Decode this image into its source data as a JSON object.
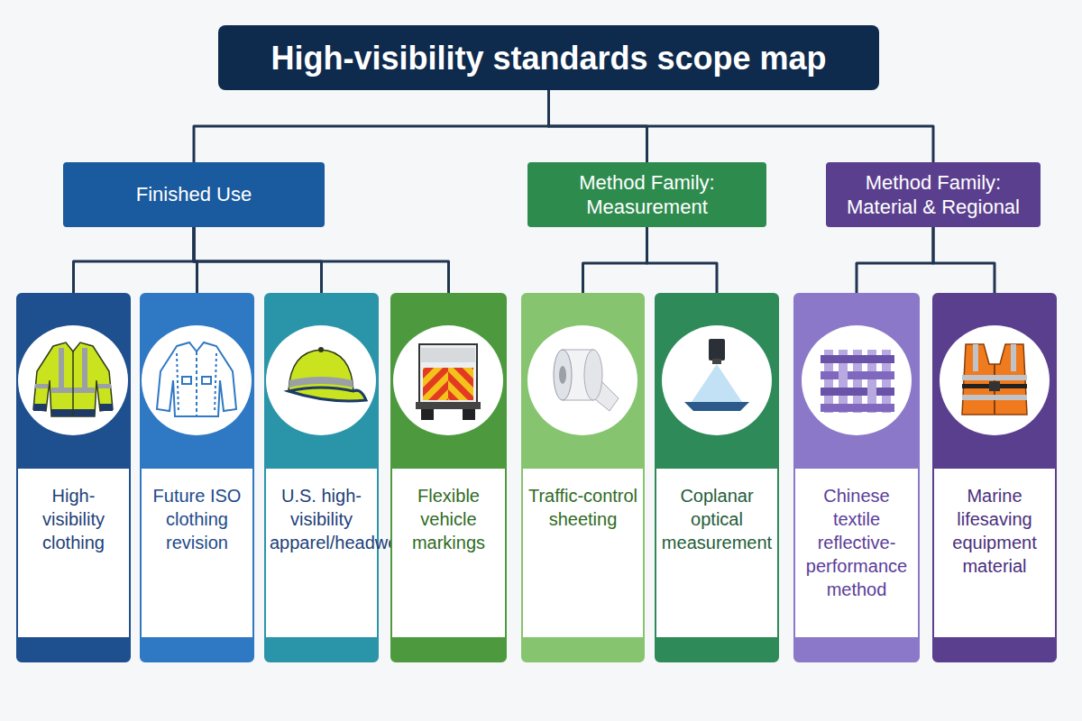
{
  "diagram": {
    "nodes": [
      {
        "text": [
          "High-visibility standards scope map"
        ]
      },
      {
        "text": [
          "Finished Use"
        ]
      },
      {
        "text": [
          "Method Family: Measurement"
        ]
      },
      {
        "text": [
          "Method Family: Material & Regional"
        ]
      },
      {
        "text": [
          "High-visibility clothing"
        ]
      },
      {
        "text": [
          "Future ISO clothing revision"
        ]
      },
      {
        "text": [
          "U.S. high-visibility apparel/headwear"
        ]
      },
      {
        "text": [
          "Flexible vehicle markings"
        ]
      },
      {
        "text": [
          "Traffic-control sheeting"
        ]
      },
      {
        "text": [
          "Coplanar optical measurement"
        ]
      },
      {
        "text": [
          "Chinese textile reflective-performance method"
        ]
      },
      {
        "text": [
          "Marine lifesaving equipment material"
        ]
      }
    ],
    "edges": [
      {
        "from": 0,
        "to": 1,
        "arrow": "none"
      },
      {
        "from": 0,
        "to": 2,
        "arrow": "none"
      },
      {
        "from": 0,
        "to": 3,
        "arrow": "none"
      },
      {
        "from": 1,
        "to": 4,
        "arrow": "none"
      },
      {
        "from": 1,
        "to": 5,
        "arrow": "none"
      },
      {
        "from": 1,
        "to": 6,
        "arrow": "none"
      },
      {
        "from": 1,
        "to": 7,
        "arrow": "none"
      },
      {
        "from": 2,
        "to": 8,
        "arrow": "none"
      },
      {
        "from": 2,
        "to": 9,
        "arrow": "none"
      },
      {
        "from": 3,
        "to": 10,
        "arrow": "none"
      },
      {
        "from": 3,
        "to": 11,
        "arrow": "none"
      }
    ]
  }
}
